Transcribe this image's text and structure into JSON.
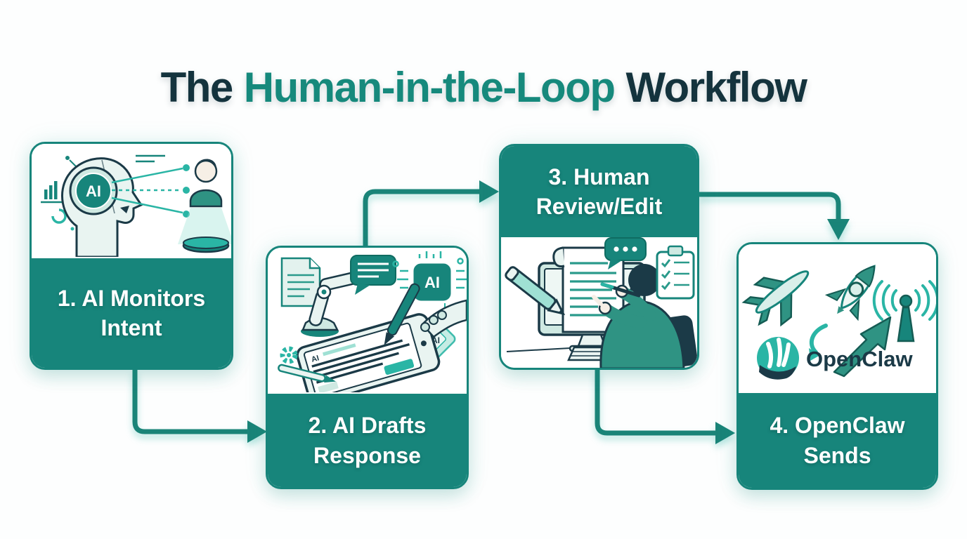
{
  "title": {
    "prefix": "The",
    "highlight": "Human-in-the-Loop",
    "suffix": "Workflow"
  },
  "steps": [
    {
      "label": "1. AI Monitors Intent"
    },
    {
      "label": "2. AI Drafts Response"
    },
    {
      "label": "3. Human Review/Edit"
    },
    {
      "label": "4. OpenClaw Sends"
    }
  ],
  "illustrations": {
    "ai_badge": "AI",
    "ai_chip": "AI",
    "chip_small": "AI",
    "tablet_label": "AI",
    "openclaw_wordmark": "OpenClaw"
  },
  "colors": {
    "teal": "#17857B",
    "teal_bright": "#2AB5A5",
    "mint": "#D9EFEA",
    "dark_navy": "#1B3A47",
    "title_dark": "#14333D"
  }
}
